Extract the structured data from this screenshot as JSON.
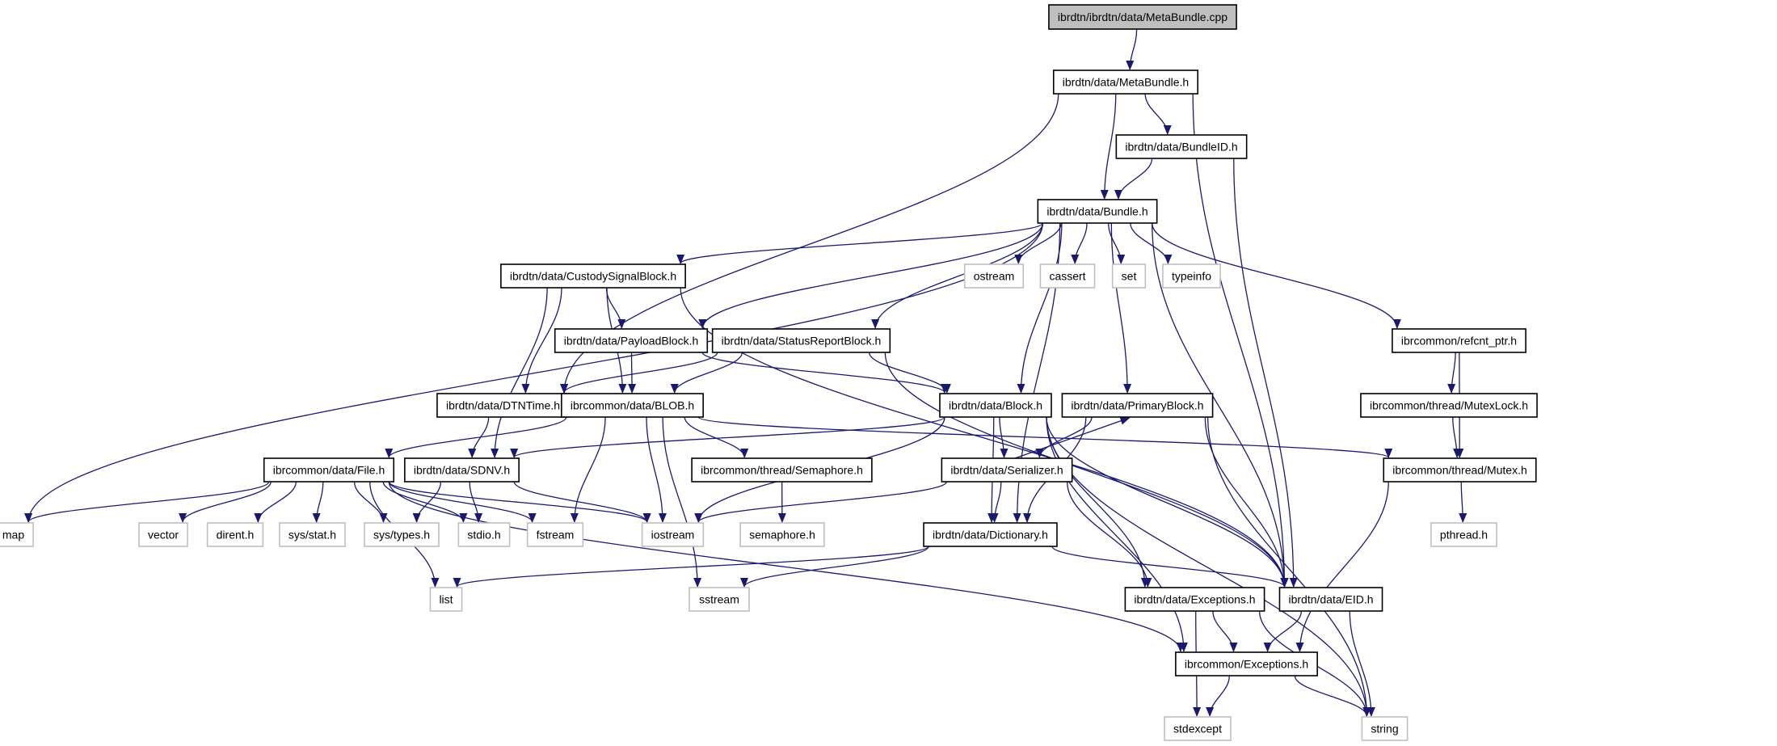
{
  "diagram": {
    "title": "ibrdtn/ibrdtn/data/MetaBundle.cpp",
    "colors": {
      "edge": "#191970",
      "root_fill": "#bfbfbf",
      "project_border": "#000000",
      "system_border": "#bfbfbf"
    },
    "nodes": [
      {
        "id": "metabundle_cpp",
        "label": "ibrdtn/ibrdtn/data/MetaBundle.cpp",
        "kind": "root"
      },
      {
        "id": "metabundle_h",
        "label": "ibrdtn/data/MetaBundle.h",
        "kind": "project"
      },
      {
        "id": "bundleid_h",
        "label": "ibrdtn/data/BundleID.h",
        "kind": "project"
      },
      {
        "id": "bundle_h",
        "label": "ibrdtn/data/Bundle.h",
        "kind": "project"
      },
      {
        "id": "custody_h",
        "label": "ibrdtn/data/CustodySignalBlock.h",
        "kind": "project"
      },
      {
        "id": "ostream",
        "label": "ostream",
        "kind": "system"
      },
      {
        "id": "cassert",
        "label": "cassert",
        "kind": "system"
      },
      {
        "id": "set",
        "label": "set",
        "kind": "system"
      },
      {
        "id": "typeinfo",
        "label": "typeinfo",
        "kind": "system"
      },
      {
        "id": "payload_h",
        "label": "ibrdtn/data/PayloadBlock.h",
        "kind": "project"
      },
      {
        "id": "status_h",
        "label": "ibrdtn/data/StatusReportBlock.h",
        "kind": "project"
      },
      {
        "id": "refcnt_h",
        "label": "ibrcommon/refcnt_ptr.h",
        "kind": "project"
      },
      {
        "id": "dtntime_h",
        "label": "ibrdtn/data/DTNTime.h",
        "kind": "project"
      },
      {
        "id": "blob_h",
        "label": "ibrcommon/data/BLOB.h",
        "kind": "project"
      },
      {
        "id": "block_h",
        "label": "ibrdtn/data/Block.h",
        "kind": "project"
      },
      {
        "id": "primary_h",
        "label": "ibrdtn/data/PrimaryBlock.h",
        "kind": "project"
      },
      {
        "id": "mutexlock_h",
        "label": "ibrcommon/thread/MutexLock.h",
        "kind": "project"
      },
      {
        "id": "file_h",
        "label": "ibrcommon/data/File.h",
        "kind": "project"
      },
      {
        "id": "sdnv_h",
        "label": "ibrdtn/data/SDNV.h",
        "kind": "project"
      },
      {
        "id": "semaphore_h",
        "label": "ibrcommon/thread/Semaphore.h",
        "kind": "project"
      },
      {
        "id": "serializer_h",
        "label": "ibrdtn/data/Serializer.h",
        "kind": "project"
      },
      {
        "id": "mutex_h",
        "label": "ibrcommon/thread/Mutex.h",
        "kind": "project"
      },
      {
        "id": "map",
        "label": "map",
        "kind": "system"
      },
      {
        "id": "vector",
        "label": "vector",
        "kind": "system"
      },
      {
        "id": "dirent",
        "label": "dirent.h",
        "kind": "system"
      },
      {
        "id": "sysstat",
        "label": "sys/stat.h",
        "kind": "system"
      },
      {
        "id": "systypes",
        "label": "sys/types.h",
        "kind": "system"
      },
      {
        "id": "stdio",
        "label": "stdio.h",
        "kind": "system"
      },
      {
        "id": "fstream",
        "label": "fstream",
        "kind": "system"
      },
      {
        "id": "iostream",
        "label": "iostream",
        "kind": "system"
      },
      {
        "id": "semaphore_sys",
        "label": "semaphore.h",
        "kind": "system"
      },
      {
        "id": "dictionary_h",
        "label": "ibrdtn/data/Dictionary.h",
        "kind": "project"
      },
      {
        "id": "pthread",
        "label": "pthread.h",
        "kind": "system"
      },
      {
        "id": "list",
        "label": "list",
        "kind": "system"
      },
      {
        "id": "sstream",
        "label": "sstream",
        "kind": "system"
      },
      {
        "id": "dtnexc_h",
        "label": "ibrdtn/data/Exceptions.h",
        "kind": "project"
      },
      {
        "id": "eid_h",
        "label": "ibrdtn/data/EID.h",
        "kind": "project"
      },
      {
        "id": "commonexc_h",
        "label": "ibrcommon/Exceptions.h",
        "kind": "project"
      },
      {
        "id": "stdexcept",
        "label": "stdexcept",
        "kind": "system"
      },
      {
        "id": "string",
        "label": "string",
        "kind": "system"
      }
    ],
    "edges": [
      [
        "metabundle_cpp",
        "metabundle_h"
      ],
      [
        "metabundle_h",
        "bundle_h"
      ],
      [
        "metabundle_h",
        "bundleid_h"
      ],
      [
        "metabundle_h",
        "dtntime_h"
      ],
      [
        "metabundle_h",
        "eid_h"
      ],
      [
        "bundleid_h",
        "bundle_h"
      ],
      [
        "bundleid_h",
        "eid_h"
      ],
      [
        "bundle_h",
        "custody_h"
      ],
      [
        "bundle_h",
        "ostream"
      ],
      [
        "bundle_h",
        "cassert"
      ],
      [
        "bundle_h",
        "set"
      ],
      [
        "bundle_h",
        "typeinfo"
      ],
      [
        "bundle_h",
        "payload_h"
      ],
      [
        "bundle_h",
        "status_h"
      ],
      [
        "bundle_h",
        "refcnt_h"
      ],
      [
        "bundle_h",
        "block_h"
      ],
      [
        "bundle_h",
        "primary_h"
      ],
      [
        "bundle_h",
        "map"
      ],
      [
        "bundle_h",
        "dictionary_h"
      ],
      [
        "bundle_h",
        "eid_h"
      ],
      [
        "custody_h",
        "payload_h"
      ],
      [
        "custody_h",
        "dtntime_h"
      ],
      [
        "custody_h",
        "blob_h"
      ],
      [
        "custody_h",
        "sdnv_h"
      ],
      [
        "custody_h",
        "eid_h"
      ],
      [
        "payload_h",
        "blob_h"
      ],
      [
        "payload_h",
        "block_h"
      ],
      [
        "status_h",
        "dtntime_h"
      ],
      [
        "status_h",
        "blob_h"
      ],
      [
        "status_h",
        "block_h"
      ],
      [
        "status_h",
        "eid_h"
      ],
      [
        "refcnt_h",
        "mutexlock_h"
      ],
      [
        "refcnt_h",
        "mutex_h"
      ],
      [
        "mutexlock_h",
        "mutex_h"
      ],
      [
        "dtntime_h",
        "sdnv_h"
      ],
      [
        "blob_h",
        "file_h"
      ],
      [
        "blob_h",
        "semaphore_h"
      ],
      [
        "blob_h",
        "iostream"
      ],
      [
        "blob_h",
        "fstream"
      ],
      [
        "blob_h",
        "sstream"
      ],
      [
        "blob_h",
        "mutex_h"
      ],
      [
        "block_h",
        "sdnv_h"
      ],
      [
        "block_h",
        "serializer_h"
      ],
      [
        "block_h",
        "dictionary_h"
      ],
      [
        "block_h",
        "dtnexc_h"
      ],
      [
        "block_h",
        "eid_h"
      ],
      [
        "block_h",
        "commonexc_h"
      ],
      [
        "block_h",
        "string"
      ],
      [
        "block_h",
        "iostream"
      ],
      [
        "primary_h",
        "serializer_h"
      ],
      [
        "primary_h",
        "dictionary_h"
      ],
      [
        "primary_h",
        "eid_h"
      ],
      [
        "primary_h",
        "string"
      ],
      [
        "serializer_h",
        "primary_h"
      ],
      [
        "serializer_h",
        "dictionary_h"
      ],
      [
        "serializer_h",
        "dtnexc_h"
      ],
      [
        "serializer_h",
        "iostream"
      ],
      [
        "file_h",
        "map"
      ],
      [
        "file_h",
        "vector"
      ],
      [
        "file_h",
        "dirent"
      ],
      [
        "file_h",
        "sysstat"
      ],
      [
        "file_h",
        "systypes"
      ],
      [
        "file_h",
        "stdio"
      ],
      [
        "file_h",
        "fstream"
      ],
      [
        "file_h",
        "iostream"
      ],
      [
        "file_h",
        "list"
      ],
      [
        "file_h",
        "commonexc_h"
      ],
      [
        "sdnv_h",
        "systypes"
      ],
      [
        "sdnv_h",
        "stdio"
      ],
      [
        "sdnv_h",
        "iostream"
      ],
      [
        "semaphore_h",
        "semaphore_sys"
      ],
      [
        "mutex_h",
        "pthread"
      ],
      [
        "mutex_h",
        "commonexc_h"
      ],
      [
        "dictionary_h",
        "list"
      ],
      [
        "dictionary_h",
        "sstream"
      ],
      [
        "dictionary_h",
        "eid_h"
      ],
      [
        "dtnexc_h",
        "commonexc_h"
      ],
      [
        "dtnexc_h",
        "stdexcept"
      ],
      [
        "dtnexc_h",
        "string"
      ],
      [
        "eid_h",
        "commonexc_h"
      ],
      [
        "eid_h",
        "string"
      ],
      [
        "commonexc_h",
        "stdexcept"
      ],
      [
        "commonexc_h",
        "string"
      ]
    ]
  }
}
